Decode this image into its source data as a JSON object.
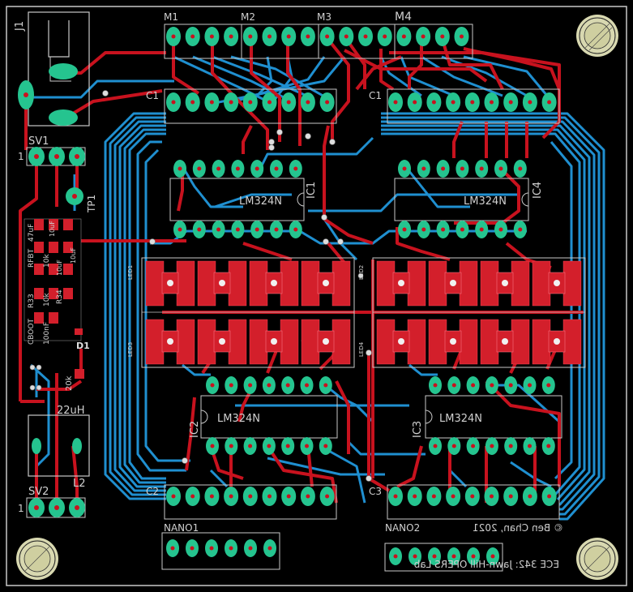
{
  "board": {
    "background": "#000000",
    "colors": {
      "top_copper": "#c8121e",
      "bottom_copper": "#1f8fd0",
      "silk": "#c8c8c8",
      "pad": "#25c48f",
      "smd": "#d31f2b"
    },
    "labels": {
      "j1": "J1",
      "sv1": "SV1",
      "sv2": "SV2",
      "tp1": "TP1",
      "pin1_a": "1",
      "pin1_b": "1",
      "m1": "M1",
      "m2": "M2",
      "m3": "M3",
      "m4": "M4",
      "c1_left": "C1",
      "c1_right": "C1",
      "c2": "C2",
      "c3": "C3",
      "ic1": "IC1",
      "ic2": "IC2",
      "ic3": "IC3",
      "ic4": "IC4",
      "lm324_1": "LM324N",
      "lm324_2": "LM324N",
      "lm324_3": "LM324N",
      "lm324_4": "LM324N",
      "led1": "LED1",
      "led2": "LED2",
      "led3": "LED3",
      "led4": "LED4",
      "nano1": "NANO1",
      "nano2": "NANO2",
      "rfbt": "RFBT",
      "r33": "R33",
      "cboot": "CBOOT",
      "r34": "R34",
      "d1": "D1",
      "l1_val": "22uH",
      "l2": "L2",
      "v47uf": "47uF",
      "v10k_a": "10k",
      "v10k_b": "10k",
      "v100nf": "100nF",
      "v20k": "20k",
      "v10uf_a": "10uF",
      "v10uf_b": "10uF",
      "v10uf_c": "10uF",
      "copyright": "© Ben Chan, 2021",
      "footer": "ECE 342: Jawn-Hill OPERS Lab"
    }
  }
}
